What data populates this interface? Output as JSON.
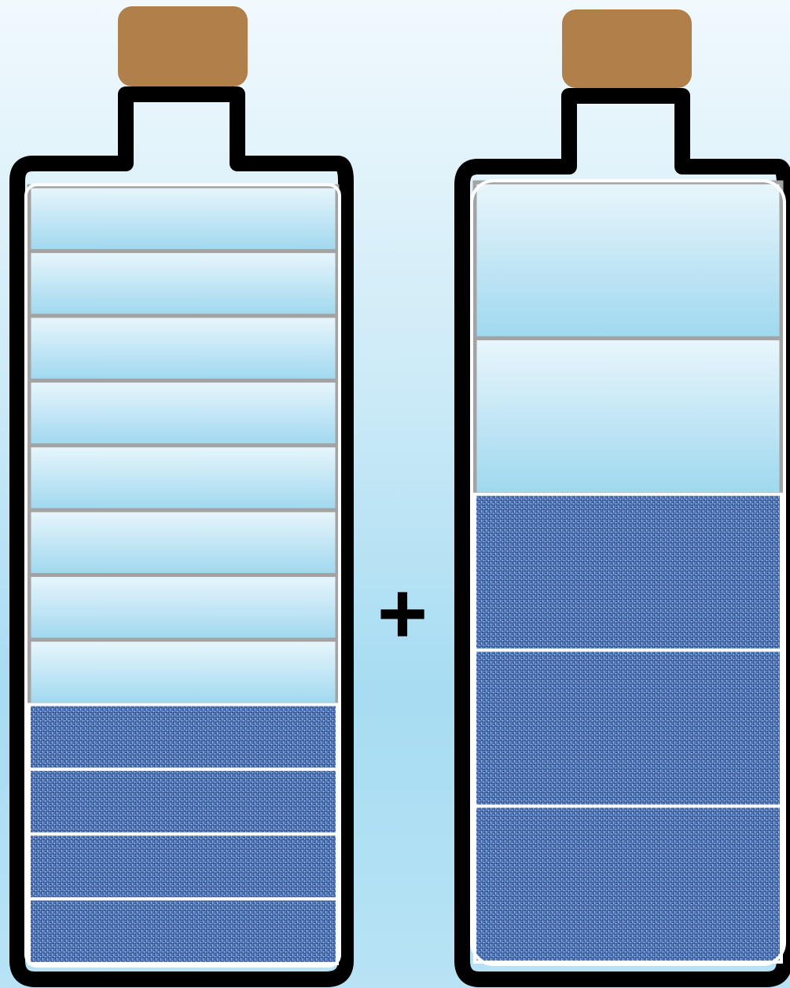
{
  "operator": "+",
  "colors": {
    "cork": "#b07f4a",
    "outline": "#000000",
    "divider": "#a3a3a3",
    "water": "#5479b8",
    "water_dark": "#2f4f86",
    "water_light": "#8fb1e6",
    "empty_top": "#e9f6fc",
    "empty_bottom": "#9fd8ef"
  },
  "bottles": [
    {
      "name": "left-bottle",
      "total_parts": 12,
      "filled_parts": 4
    },
    {
      "name": "right-bottle",
      "total_parts": 5,
      "filled_parts": 3
    }
  ]
}
